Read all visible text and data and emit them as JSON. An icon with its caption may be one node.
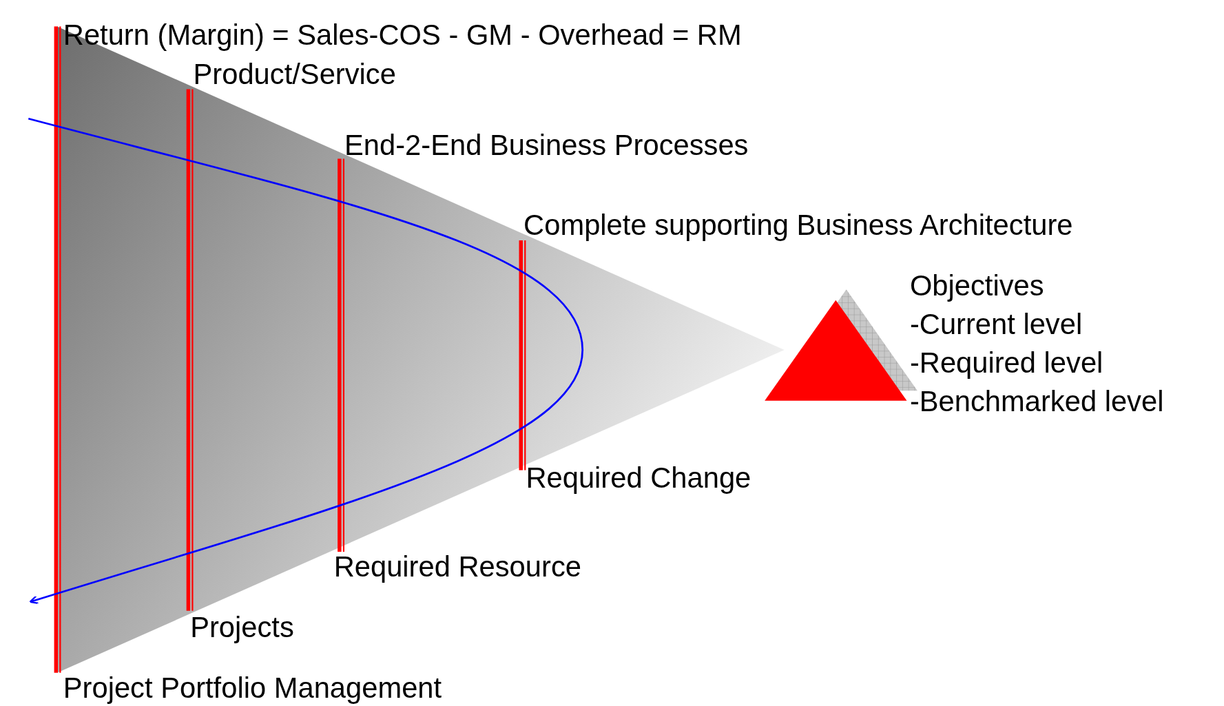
{
  "diagram": {
    "labels": [
      "Return (Margin) = Sales-COS - GM - Overhead = RM",
      "Product/Service",
      "End-2-End Business Processes",
      "Complete supporting Business Architecture",
      "Objectives",
      "-Current level",
      "-Required level",
      "-Benchmarked level",
      "Required Change",
      "Required Resource",
      "Projects",
      "Project Portfolio Management"
    ]
  }
}
